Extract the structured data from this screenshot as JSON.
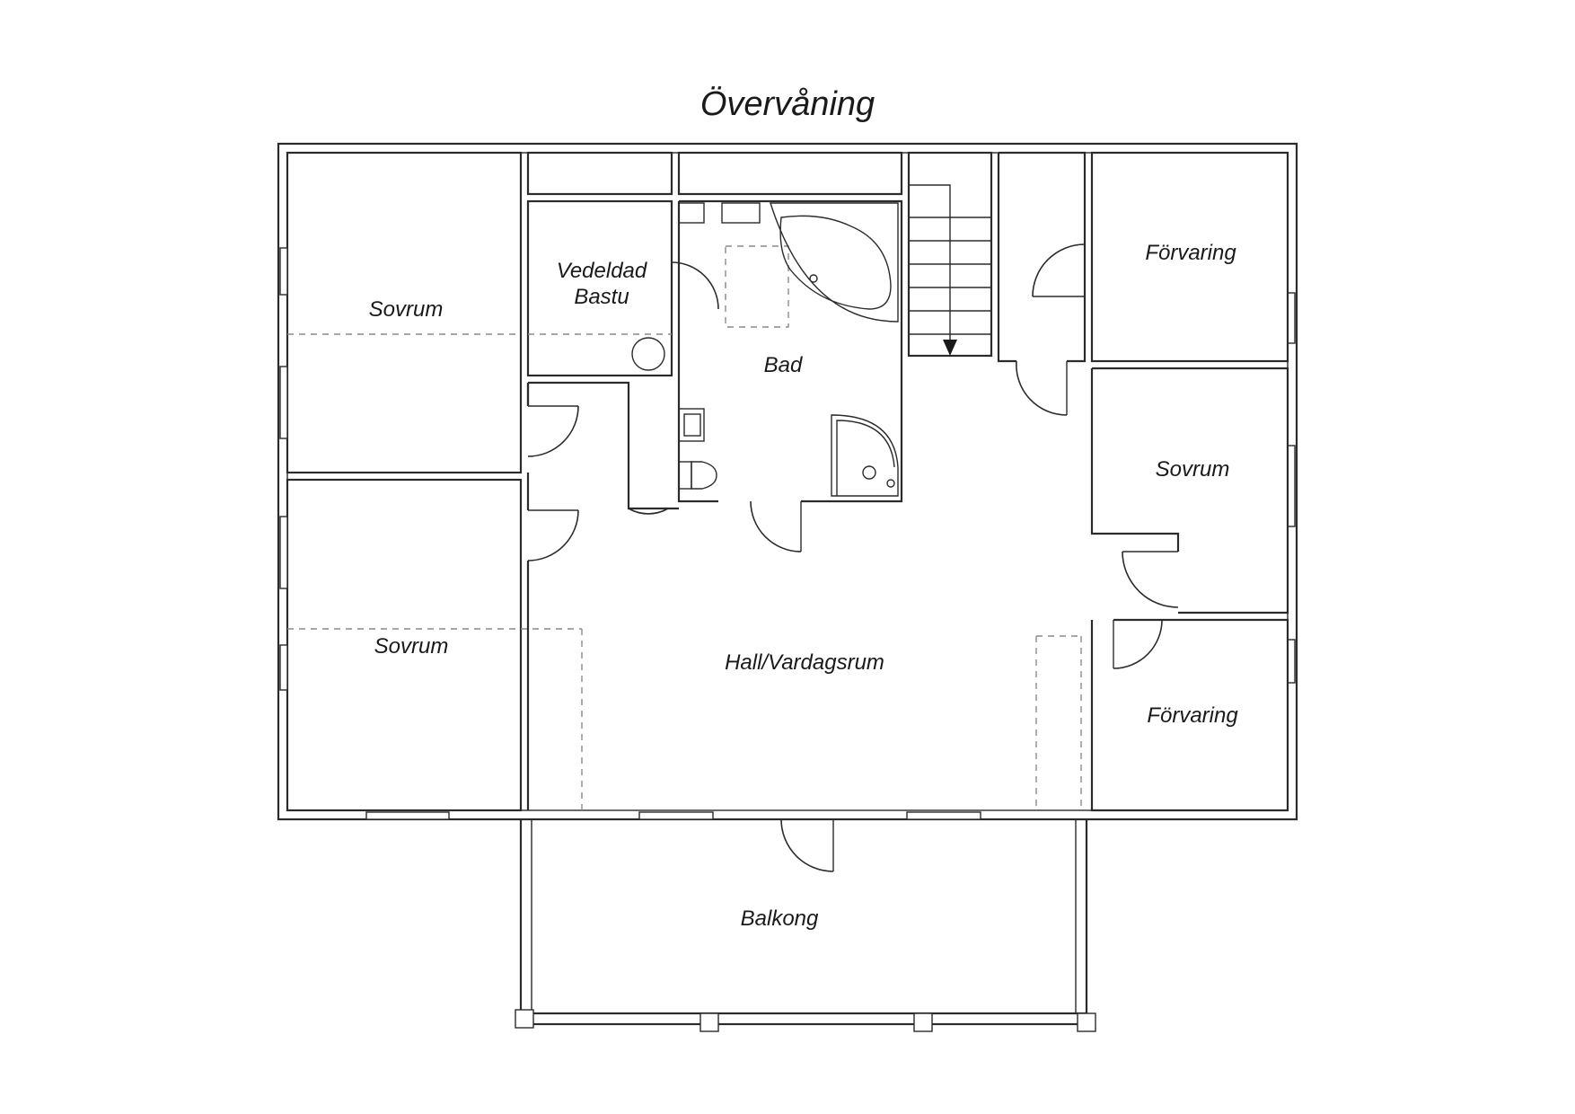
{
  "title": "Övervåning",
  "rooms": {
    "sovrum_1": "Sovrum",
    "sovrum_2": "Sovrum",
    "sovrum_3": "Sovrum",
    "bastu_line1": "Vedeldad",
    "bastu_line2": "Bastu",
    "bad": "Bad",
    "forvaring_1": "Förvaring",
    "forvaring_2": "Förvaring",
    "hall": "Hall/Vardagsrum",
    "balkong": "Balkong"
  }
}
